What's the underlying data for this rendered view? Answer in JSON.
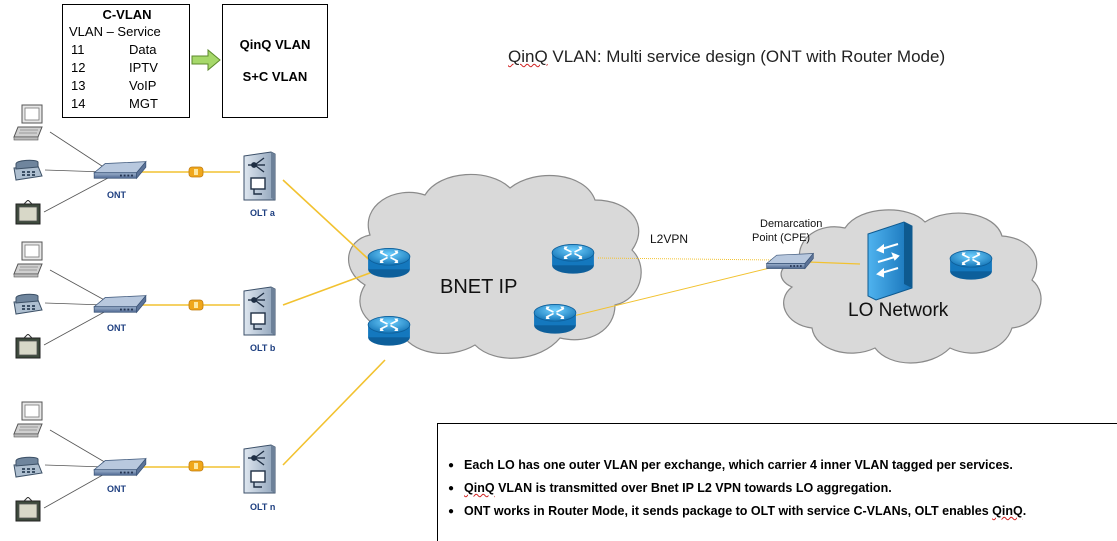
{
  "cvlan_table": {
    "title": "C-VLAN",
    "subtitle": "VLAN – Service",
    "rows": [
      {
        "vlan": "11",
        "service": "Data"
      },
      {
        "vlan": "12",
        "service": "IPTV"
      },
      {
        "vlan": "13",
        "service": "VoIP"
      },
      {
        "vlan": "14",
        "service": "MGT"
      }
    ]
  },
  "qinq_box": {
    "line1": "QinQ VLAN",
    "line2": "S+C VLAN"
  },
  "title": {
    "prefix": "QinQ",
    "rest": " VLAN: Multi service design (ONT with Router Mode)"
  },
  "labels": {
    "ont": "ONT",
    "olt_a": "OLT a",
    "olt_b": "OLT b",
    "olt_n": "OLT n",
    "bnet": "BNET IP",
    "l2vpn": "L2VPN",
    "demarc_line1": "Demarcation",
    "demarc_line2": "Point (CPE)",
    "lo_network": "LO Network"
  },
  "notes": [
    {
      "prefix": "",
      "text": "Each LO has one outer VLAN per exchange, which carrier 4 inner VLAN tagged per services."
    },
    {
      "prefix": "QinQ",
      "text": " VLAN is transmitted over Bnet IP L2 VPN towards LO aggregation."
    },
    {
      "prefix": "",
      "text": "ONT works in Router Mode, it sends package to OLT with service C-VLANs, OLT enables ",
      "suffix": "QinQ",
      "end": "."
    }
  ],
  "colors": {
    "fiber": "#f2c230",
    "router": "#1a86c8",
    "cloud_fill": "#d8d8d8",
    "cloud_stroke": "#8a8a8a",
    "label_blue": "#1e3f80",
    "arrow_green": "#a6d86a"
  }
}
